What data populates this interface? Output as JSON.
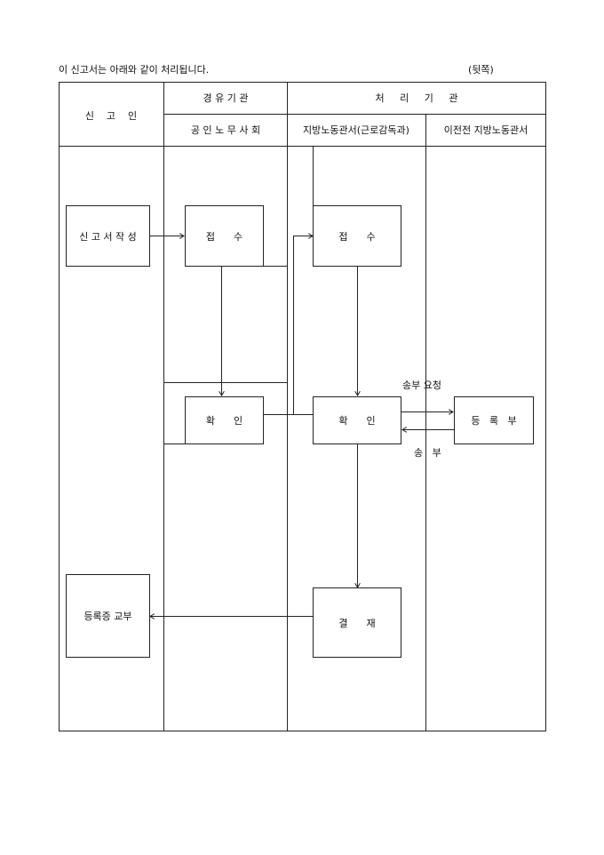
{
  "header": {
    "intro": "이 신고서는 아래와 같이 처리됩니다.",
    "page_side": "(뒷쪽)"
  },
  "table": {
    "col_applicant": "신    고    인",
    "col_via": "경 유 기 관",
    "col_via_sub": "공 인 노 무 사 회",
    "col_proc": "처     리     기     관",
    "col_proc_sub1": "지방노동관서(근로감독과)",
    "col_proc_sub2": "이전전 지방노동관서"
  },
  "flow": {
    "write_report": "신 고 서 작 성",
    "receipt_via": "접      수",
    "receipt_proc": "접      수",
    "confirm_via": "확      인",
    "confirm_proc": "확      인",
    "registry": "등   록   부",
    "send_request": "송부 요청",
    "send": "송   부",
    "approval": "결      재",
    "issue_cert": "등록증 교부"
  }
}
